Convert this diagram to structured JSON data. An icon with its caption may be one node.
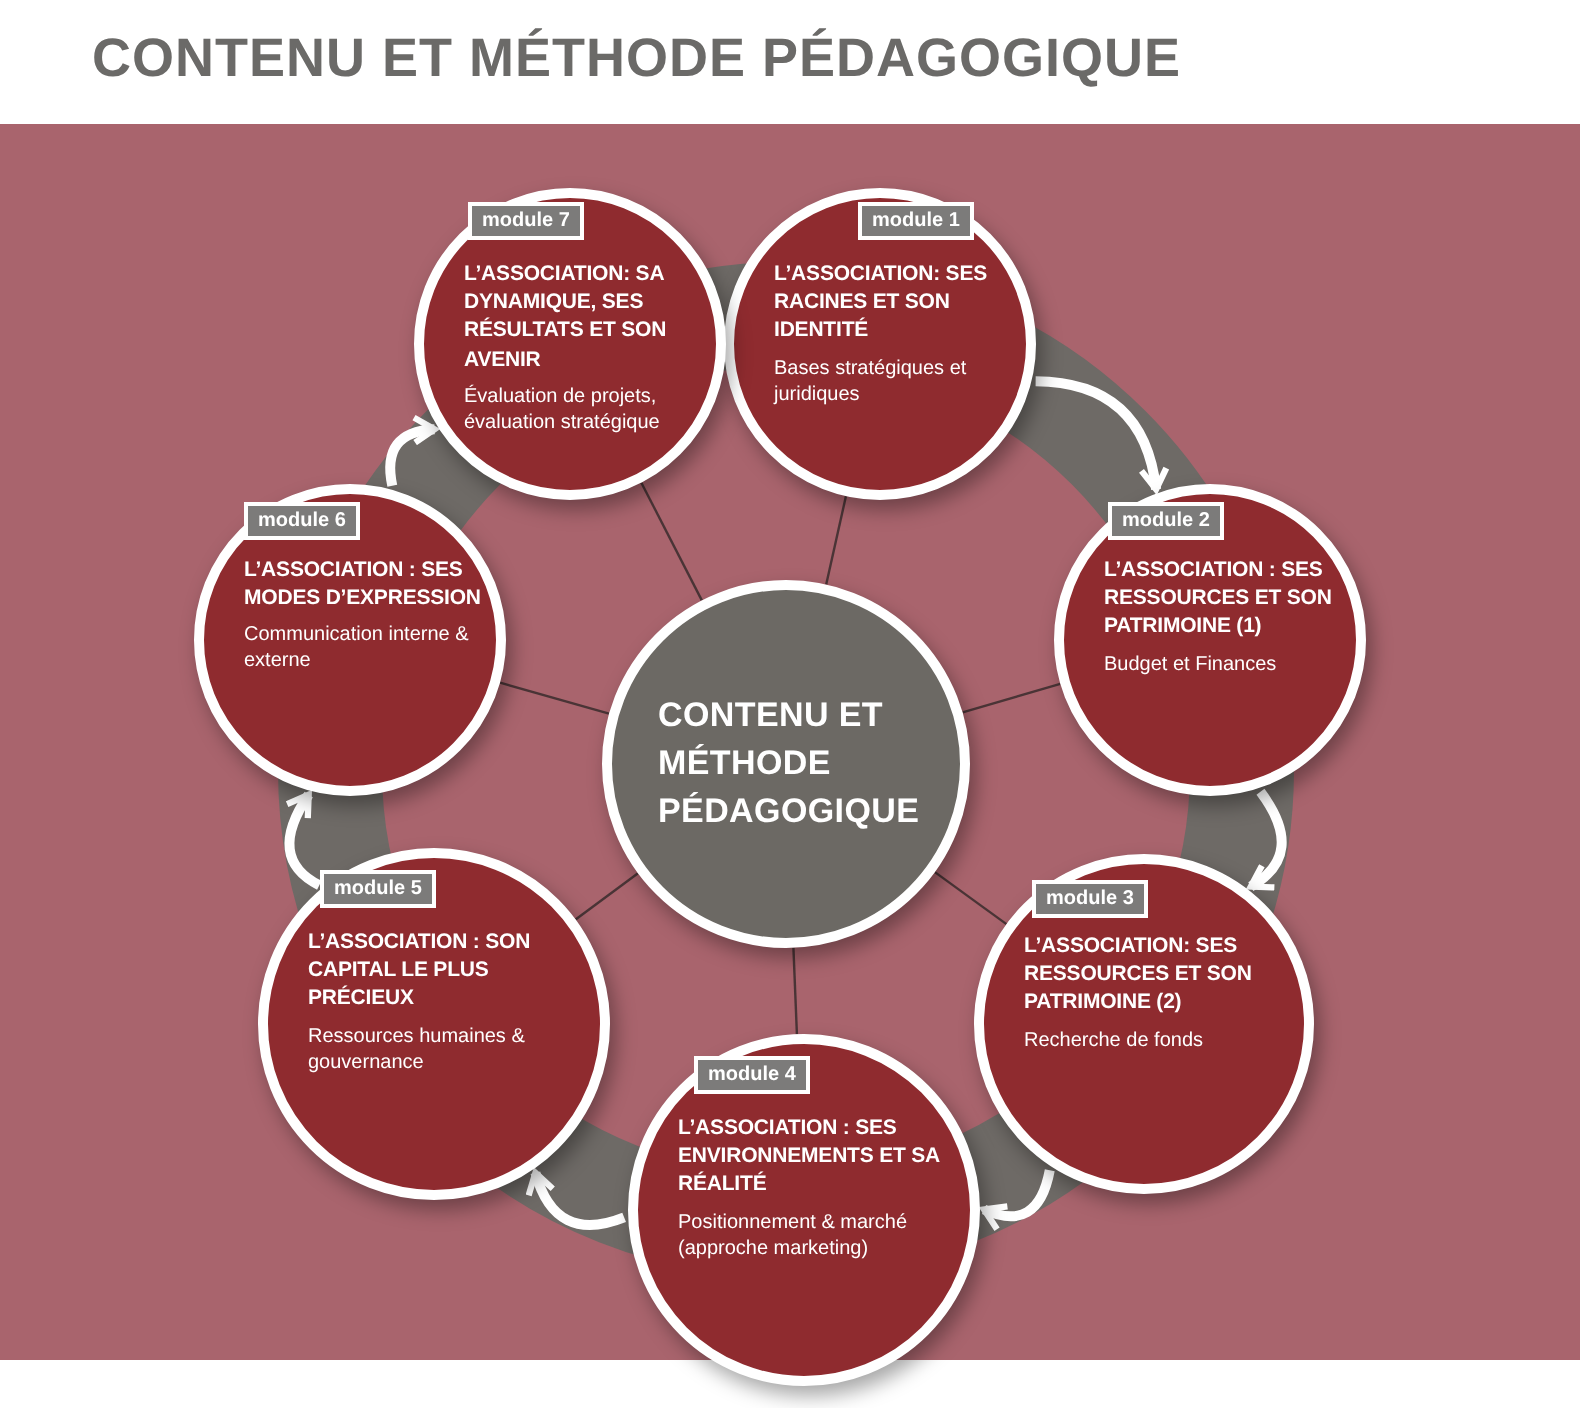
{
  "diagram": {
    "title": "CONTENU ET MÉTHODE PÉDAGOGIQUE",
    "nodes": [
      {
        "text": [
          "CONTENU ET MÉTHODE PÉDAGOGIQUE"
        ]
      },
      {
        "text": [
          "module 1",
          "L’ASSOCIATION: SES RACINES ET SON IDENTITÉ",
          "Bases stratégiques et juridiques"
        ]
      },
      {
        "text": [
          "module 2",
          "L’ASSOCIATION : SES RESSOURCES ET SON PATRIMOINE (1)",
          "Budget et Finances"
        ]
      },
      {
        "text": [
          "module 3",
          "L’ASSOCIATION: SES RESSOURCES ET SON PATRIMOINE (2)",
          "Recherche de fonds"
        ]
      },
      {
        "text": [
          "module 4",
          "L’ASSOCIATION : SES ENVIRONNEMENTS ET SA RÉALITÉ",
          "Positionnement & marché (approche marketing)"
        ]
      },
      {
        "text": [
          "module 5",
          "L’ASSOCIATION : SON CAPITAL LE PLUS PRÉCIEUX",
          "Ressources humaines & gouvernance"
        ]
      },
      {
        "text": [
          "module 6",
          "L’ASSOCIATION : SES MODES D’EXPRESSION",
          "Communication interne & externe"
        ]
      },
      {
        "text": [
          "module 7",
          "L’ASSOCIATION: SA DYNAMIQUE, SES RÉSULTATS ET SON AVENIR",
          "Évaluation de projets, évaluation stratégique"
        ]
      }
    ],
    "edges": [
      {
        "from": 0,
        "to": 1,
        "arrow": "none"
      },
      {
        "from": 0,
        "to": 2,
        "arrow": "none"
      },
      {
        "from": 0,
        "to": 3,
        "arrow": "none"
      },
      {
        "from": 0,
        "to": 4,
        "arrow": "none"
      },
      {
        "from": 0,
        "to": 5,
        "arrow": "none"
      },
      {
        "from": 0,
        "to": 6,
        "arrow": "none"
      },
      {
        "from": 0,
        "to": 7,
        "arrow": "none"
      },
      {
        "from": 1,
        "to": 2,
        "arrow": "to",
        "style": "thick",
        "color": "#ffffff"
      },
      {
        "from": 2,
        "to": 3,
        "arrow": "to",
        "style": "thick",
        "color": "#ffffff"
      },
      {
        "from": 3,
        "to": 4,
        "arrow": "to",
        "style": "thick",
        "color": "#ffffff"
      },
      {
        "from": 4,
        "to": 5,
        "arrow": "to",
        "style": "thick",
        "color": "#ffffff"
      },
      {
        "from": 5,
        "to": 6,
        "arrow": "to",
        "style": "thick",
        "color": "#ffffff"
      },
      {
        "from": 6,
        "to": 7,
        "arrow": "to",
        "style": "thick",
        "color": "#ffffff"
      }
    ]
  }
}
